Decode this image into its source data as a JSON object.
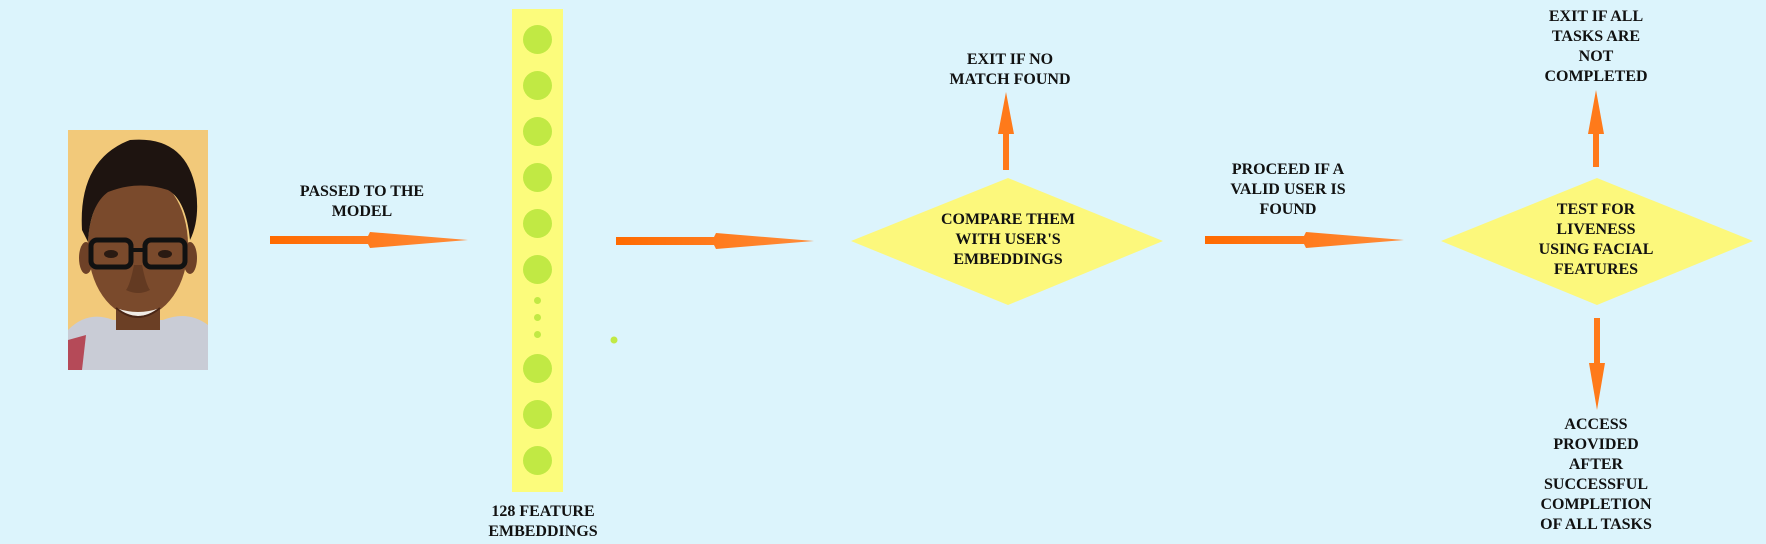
{
  "labels": {
    "passed": "PASSED TO THE\nMODEL",
    "embeddings": "128 FEATURE\nEMBEDDINGS",
    "compare": "COMPARE THEM\nWITH USER'S\nEMBEDDINGS",
    "exit_no_match": "EXIT IF NO\nMATCH FOUND",
    "proceed": "PROCEED IF A\nVALID USER IS\nFOUND",
    "liveness": "TEST FOR\nLIVENESS\nUSING FACIAL\nFEATURES",
    "exit_tasks": "EXIT IF ALL\nTASKS ARE\nNOT\nCOMPLETED",
    "access": "ACCESS\nPROVIDED\nAFTER\nSUCCESSFUL\nCOMPLETION\nOF ALL TASKS"
  },
  "icons": {
    "photo": "user-face-photo"
  },
  "colors": {
    "background": "#dcf4fc",
    "arrow": "#ff7a1a",
    "decision": "#fcf87c",
    "embedding_column": "#fcfc7c",
    "embedding_dot": "#c1e944"
  }
}
